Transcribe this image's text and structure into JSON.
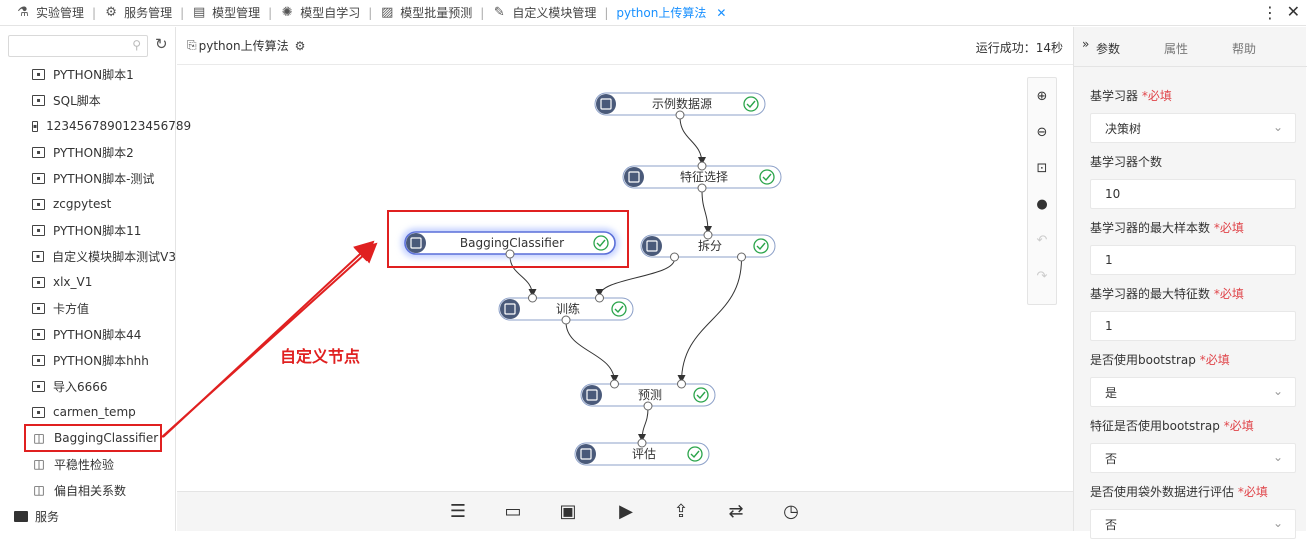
{
  "tabs": [
    {
      "icon": "flask-icon",
      "glyph": "⚗",
      "label": "实验管理"
    },
    {
      "icon": "service-icon",
      "glyph": "⚙",
      "label": "服务管理"
    },
    {
      "icon": "model-icon",
      "glyph": "▤",
      "label": "模型管理"
    },
    {
      "icon": "bulb-icon",
      "glyph": "✺",
      "label": "模型自学习"
    },
    {
      "icon": "chart-icon",
      "glyph": "▨",
      "label": "模型批量预测"
    },
    {
      "icon": "edit-icon",
      "glyph": "✎",
      "label": "自定义模块管理"
    },
    {
      "icon": "",
      "glyph": "",
      "label": "python上传算法",
      "active": true
    }
  ],
  "top_actions": {
    "more": "⋮",
    "close": "✕"
  },
  "sidebar": {
    "search_placeholder": "",
    "items": [
      {
        "label": "PYTHON脚本1",
        "icon": "script-icon"
      },
      {
        "label": "SQL脚本",
        "icon": "script-icon"
      },
      {
        "label": "1234567890123456789",
        "icon": "script-icon"
      },
      {
        "label": "PYTHON脚本2",
        "icon": "script-icon"
      },
      {
        "label": "PYTHON脚本-测试",
        "icon": "script-icon"
      },
      {
        "label": "zcgpytest",
        "icon": "script-icon"
      },
      {
        "label": "PYTHON脚本11",
        "icon": "script-icon"
      },
      {
        "label": "自定义模块脚本测试V3",
        "icon": "script-icon"
      },
      {
        "label": "xlx_V1",
        "icon": "script-icon"
      },
      {
        "label": "卡方值",
        "icon": "script-icon"
      },
      {
        "label": "PYTHON脚本44",
        "icon": "script-icon"
      },
      {
        "label": "PYTHON脚本hhh",
        "icon": "script-icon"
      },
      {
        "label": "导入6666",
        "icon": "script-icon"
      },
      {
        "label": "carmen_temp",
        "icon": "script-icon"
      },
      {
        "label": "BaggingClassifier",
        "icon": "layout-icon"
      },
      {
        "label": "平稳性检验",
        "icon": "layout-icon"
      },
      {
        "label": "偏自相关系数",
        "icon": "layout-icon"
      },
      {
        "label": "服务",
        "icon": "folder-icon",
        "folder": true
      }
    ]
  },
  "canvas": {
    "title": "python上传算法",
    "status": "运行成功：14秒"
  },
  "nodes": [
    {
      "id": "source",
      "label": "示例数据源"
    },
    {
      "id": "feature",
      "label": "特征选择"
    },
    {
      "id": "bagging",
      "label": "BaggingClassifier"
    },
    {
      "id": "split",
      "label": "拆分"
    },
    {
      "id": "train",
      "label": "训练"
    },
    {
      "id": "predict",
      "label": "预测"
    },
    {
      "id": "eval",
      "label": "评估"
    }
  ],
  "annotation": {
    "text": "自定义节点"
  },
  "right_panel": {
    "tabs": [
      "参数",
      "属性",
      "帮助"
    ],
    "required_mark": "*必填",
    "fields": [
      {
        "label": "基学习器",
        "required": true,
        "value": "决策树",
        "type": "select"
      },
      {
        "label": "基学习器个数",
        "required": false,
        "value": "10",
        "type": "input"
      },
      {
        "label": "基学习器的最大样本数",
        "required": true,
        "value": "1",
        "type": "input"
      },
      {
        "label": "基学习器的最大特征数",
        "required": true,
        "value": "1",
        "type": "input"
      },
      {
        "label": "是否使用bootstrap",
        "required": true,
        "value": "是",
        "type": "select"
      },
      {
        "label": "特征是否使用bootstrap",
        "required": true,
        "value": "否",
        "type": "select"
      },
      {
        "label": "是否使用袋外数据进行评估",
        "required": true,
        "value": "否",
        "type": "select"
      }
    ]
  },
  "colors": {
    "accent": "#1890ff",
    "annotation": "#e02020",
    "node_icon": "#4a5a7a",
    "check": "#2aa44a"
  }
}
